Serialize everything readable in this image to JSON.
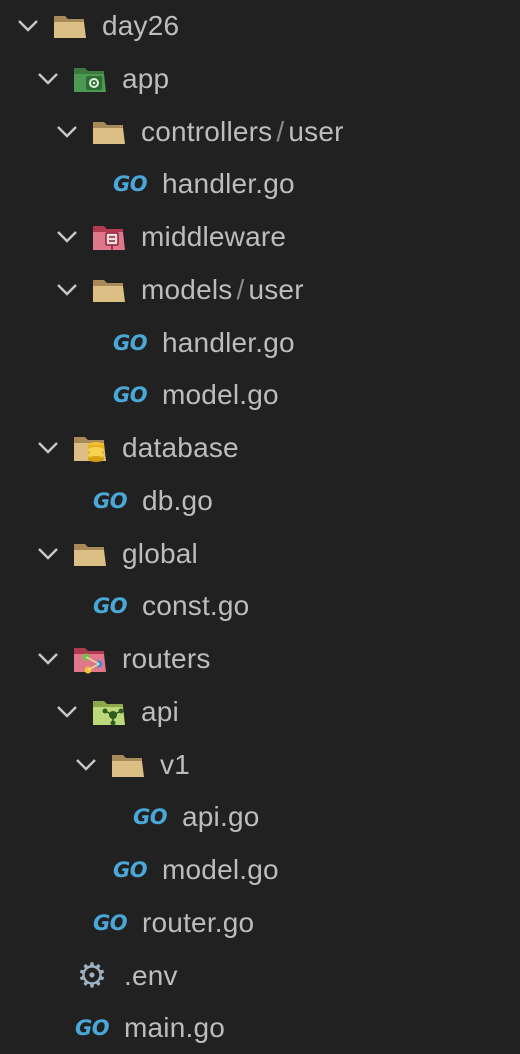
{
  "explorer": {
    "items": [
      {
        "label": "day26",
        "icon": "folder-open-icon"
      },
      {
        "label": "app",
        "icon": "folder-app-icon"
      },
      {
        "label_a": "controllers",
        "sep": "/",
        "label_b": "user",
        "icon": "folder-open-icon"
      },
      {
        "label": "handler.go",
        "icon": "go-file-icon",
        "badge": "GO"
      },
      {
        "label": "middleware",
        "icon": "folder-middleware-icon"
      },
      {
        "label_a": "models",
        "sep": "/",
        "label_b": "user",
        "icon": "folder-open-icon"
      },
      {
        "label": "handler.go",
        "icon": "go-file-icon",
        "badge": "GO"
      },
      {
        "label": "model.go",
        "icon": "go-file-icon",
        "badge": "GO"
      },
      {
        "label": "database",
        "icon": "folder-database-icon"
      },
      {
        "label": "db.go",
        "icon": "go-file-icon",
        "badge": "GO"
      },
      {
        "label": "global",
        "icon": "folder-open-icon"
      },
      {
        "label": "const.go",
        "icon": "go-file-icon",
        "badge": "GO"
      },
      {
        "label": "routers",
        "icon": "folder-routers-icon"
      },
      {
        "label": "api",
        "icon": "folder-api-icon"
      },
      {
        "label": "v1",
        "icon": "folder-open-icon"
      },
      {
        "label": "api.go",
        "icon": "go-file-icon",
        "badge": "GO"
      },
      {
        "label": "model.go",
        "icon": "go-file-icon",
        "badge": "GO"
      },
      {
        "label": "router.go",
        "icon": "go-file-icon",
        "badge": "GO"
      },
      {
        "label": ".env",
        "icon": "gear-icon"
      },
      {
        "label": "main.go",
        "icon": "go-file-icon",
        "badge": "GO"
      }
    ]
  },
  "colors": {
    "background": "#212121",
    "text": "#bdbdbd",
    "folder": "#d8b97e",
    "go": "#4aa8d8"
  }
}
